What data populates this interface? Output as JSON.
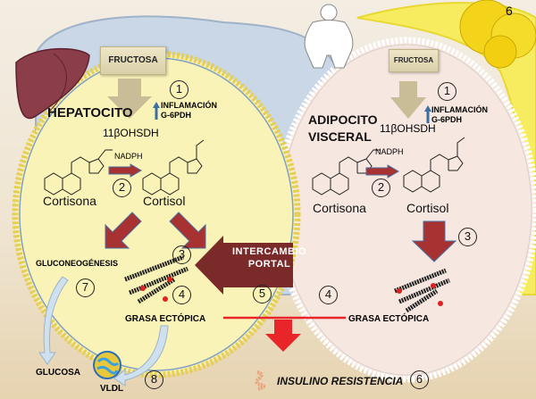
{
  "page_number": "6",
  "left_cell": {
    "title": "HEPATOCITO",
    "fructose_box": "FRUCTOSA",
    "step1": "1",
    "inflammation": "INFLAMACIÓN",
    "g6pdh": "G-6PDH",
    "enzyme": "11βOHSDH",
    "cofactor": "NADPH",
    "step2": "2",
    "substrate": "Cortisona",
    "product": "Cortisol",
    "step3": "3",
    "gluconeogenesis": "GLUCONEOGÉNESIS",
    "step7": "7",
    "step4": "4",
    "ectopic_fat": "GRASA ECTÓPICA",
    "glucose": "GLUCOSA",
    "vldl": "VLDL",
    "step8": "8"
  },
  "portal": {
    "label_line1": "INTERCAMBIO",
    "label_line2": "PORTAL",
    "step5": "5"
  },
  "right_cell": {
    "title_line1": "ADIPOCITO",
    "title_line2": "VISCERAL",
    "fructose_box": "FRUCTOSA",
    "step1": "1",
    "inflammation": "INFLAMACIÓN",
    "g6pdh": "G-6PDH",
    "enzyme": "11βOHSDH",
    "cofactor": "NADPH",
    "step2": "2",
    "substrate": "Cortisona",
    "product": "Cortisol",
    "step3": "3",
    "step4": "4",
    "ectopic_fat": "GRASA ECTÓPICA"
  },
  "outcome": {
    "label": "INSULINO RESISTENCIA",
    "step6": "6"
  },
  "colors": {
    "arrow_red": "#a83232",
    "portal": "#7b2a2a",
    "result_red": "#e8262a",
    "hepatocyte": "#f8f0b0",
    "adipocyte": "#f5e6df"
  }
}
